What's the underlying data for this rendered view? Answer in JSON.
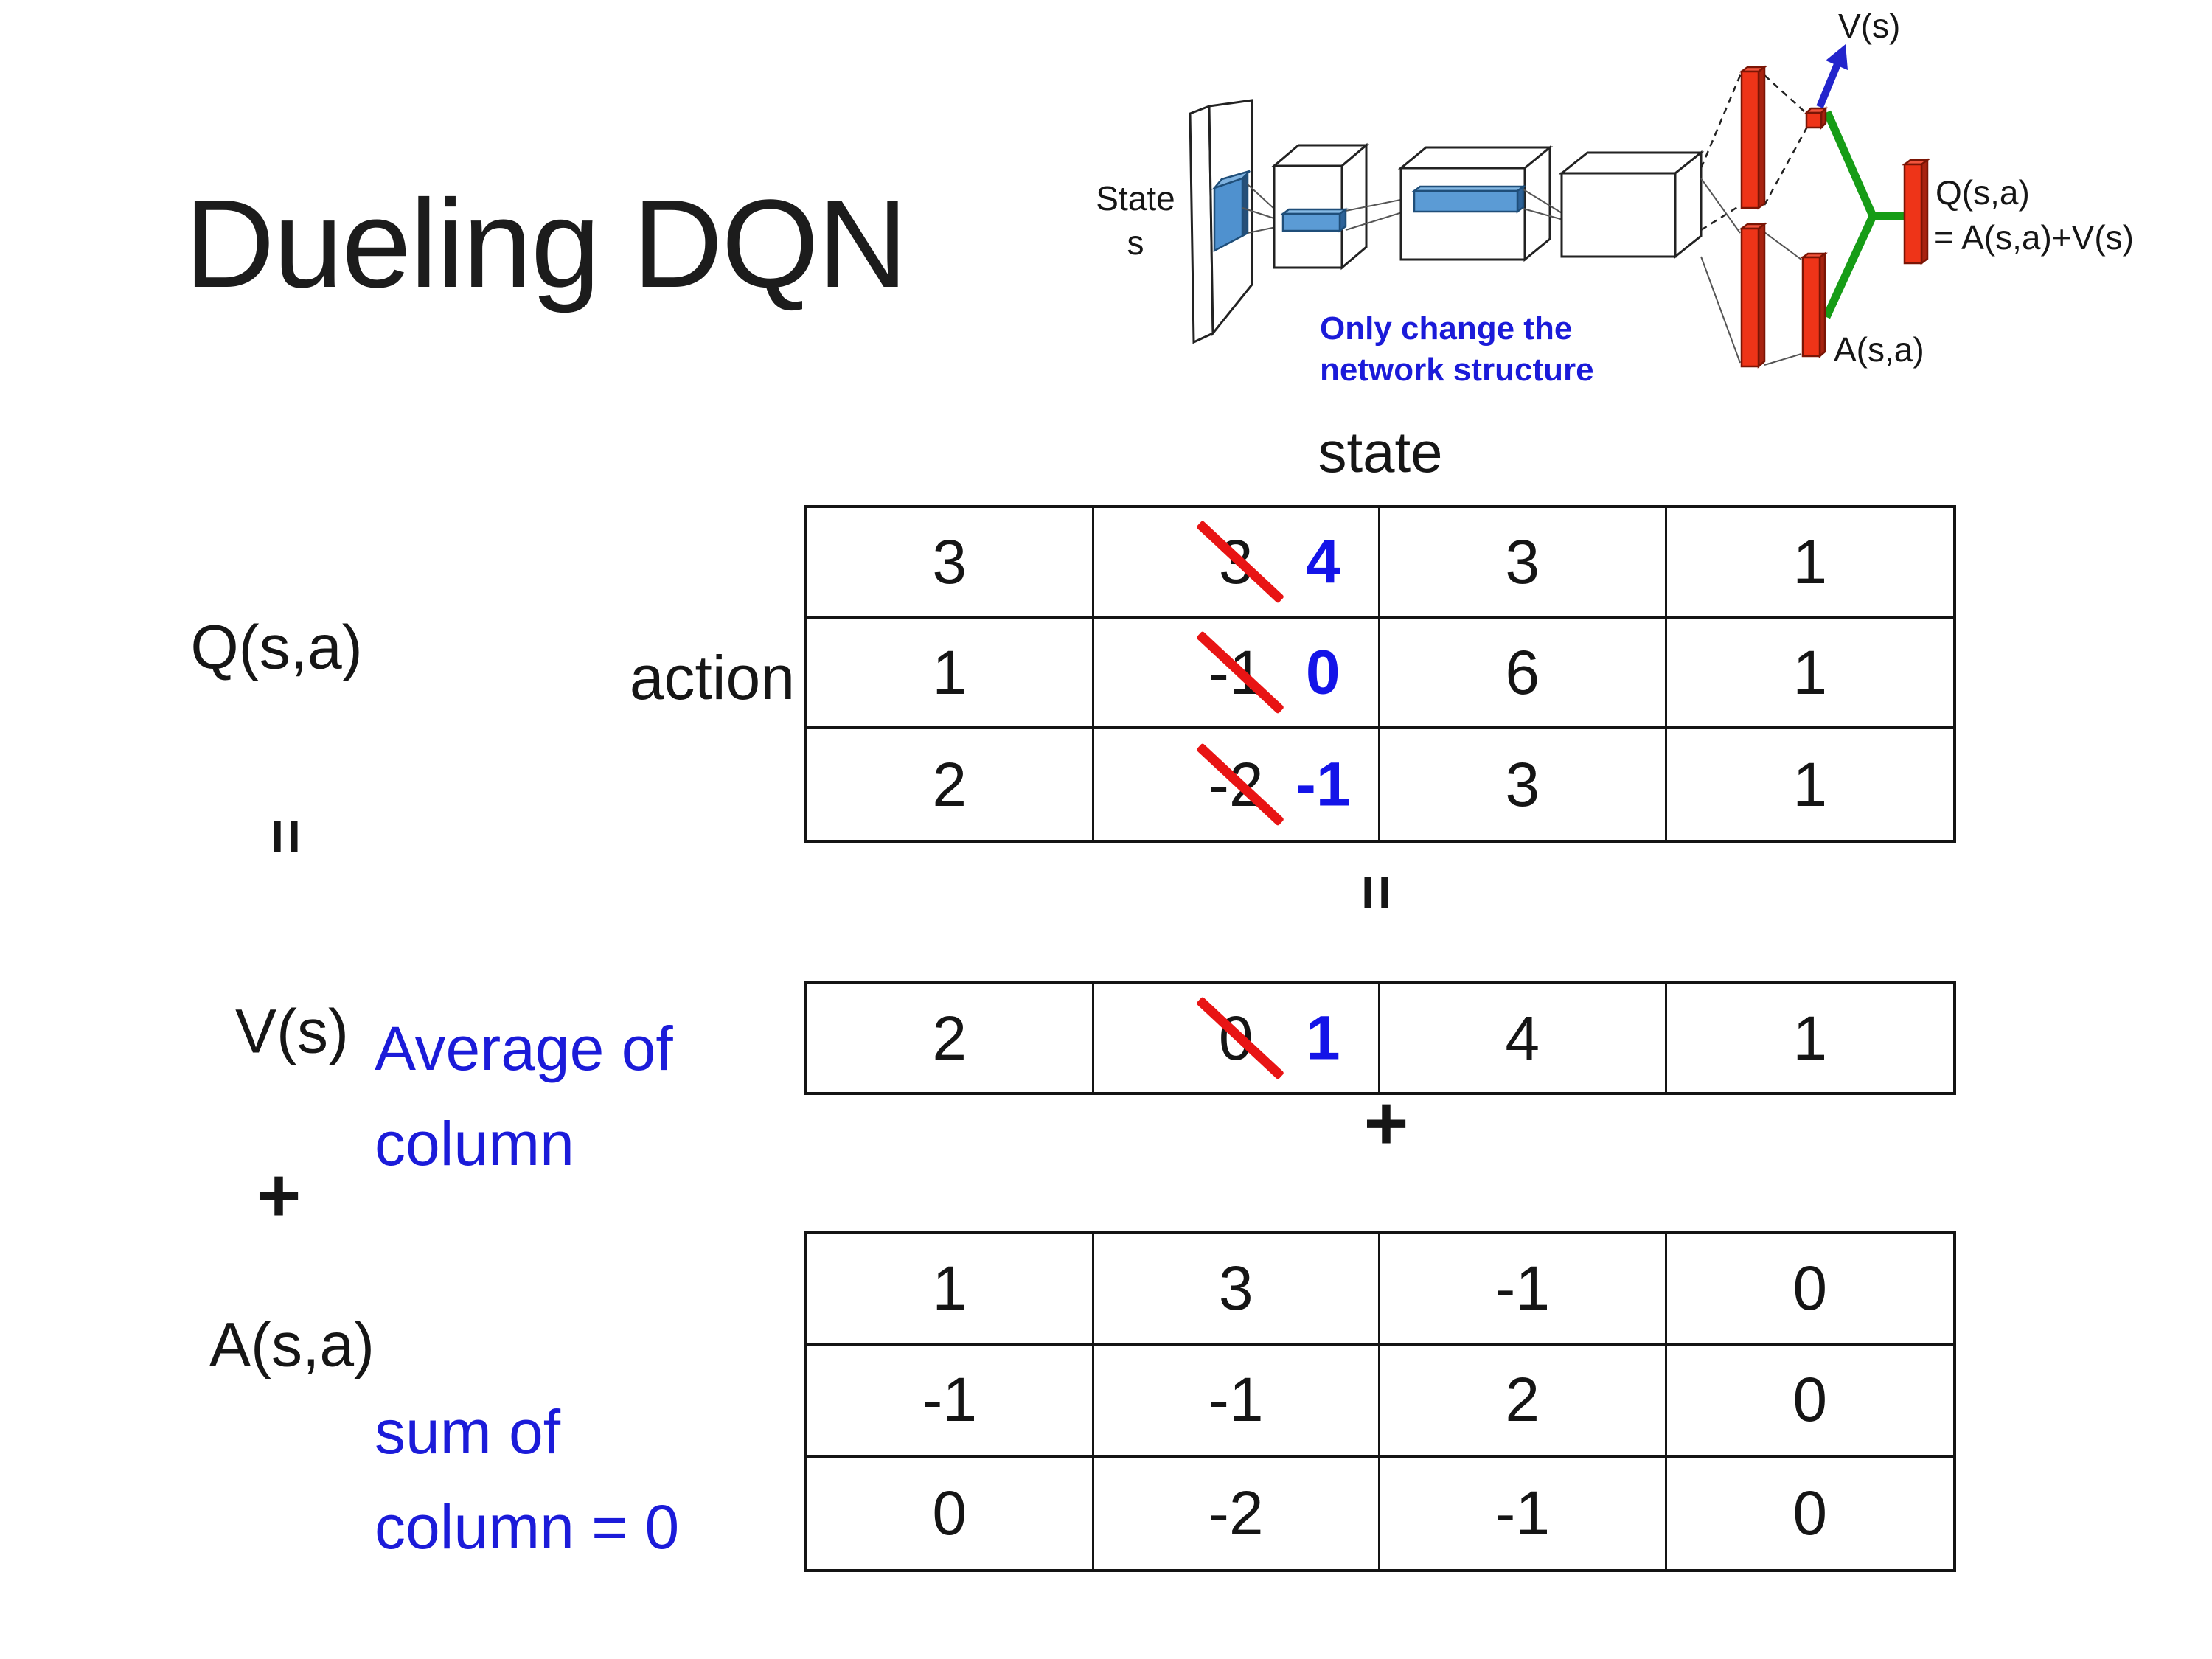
{
  "title": "Dueling DQN",
  "diagram": {
    "input_label_line1": "State",
    "input_label_line2": "s",
    "note_line1": "Only change the",
    "note_line2": "network structure",
    "v_output_label": "V(s)",
    "q_output_label": "Q(s,a)",
    "q_output_formula": "= A(s,a)+V(s)",
    "a_output_label": "A(s,a)"
  },
  "matrix_section": {
    "q_label": "Q(s,a)",
    "row_axis_label": "action",
    "col_axis_label": "state",
    "v_label": "V(s)",
    "a_label": "A(s,a)",
    "equals_symbol": "=",
    "plus_symbol": "+",
    "v_annotation_line1": "Average of",
    "v_annotation_line2": "column",
    "a_annotation_line1": "sum of",
    "a_annotation_line2": "column = 0"
  },
  "tables": {
    "q": {
      "rows": [
        [
          {
            "value": "3"
          },
          {
            "value": "3",
            "replaced_by": "4"
          },
          {
            "value": "3"
          },
          {
            "value": "1"
          }
        ],
        [
          {
            "value": "1"
          },
          {
            "value": "-1",
            "replaced_by": "0"
          },
          {
            "value": "6"
          },
          {
            "value": "1"
          }
        ],
        [
          {
            "value": "2"
          },
          {
            "value": "-2",
            "replaced_by": "-1"
          },
          {
            "value": "3"
          },
          {
            "value": "1"
          }
        ]
      ]
    },
    "v": {
      "rows": [
        [
          {
            "value": "2"
          },
          {
            "value": "0",
            "replaced_by": "1"
          },
          {
            "value": "4"
          },
          {
            "value": "1"
          }
        ]
      ]
    },
    "a": {
      "rows": [
        [
          {
            "value": "1"
          },
          {
            "value": "3"
          },
          {
            "value": "-1"
          },
          {
            "value": "0"
          }
        ],
        [
          {
            "value": "-1"
          },
          {
            "value": "-1"
          },
          {
            "value": "2"
          },
          {
            "value": "0"
          }
        ],
        [
          {
            "value": "0"
          },
          {
            "value": "-2"
          },
          {
            "value": "-1"
          },
          {
            "value": "0"
          }
        ]
      ]
    }
  },
  "colors": {
    "annotation_blue": "#1b1bd9",
    "replacement_blue": "#1414e8",
    "strike_red": "#e81414",
    "bar_red": "#ee3418",
    "filter_blue": "#5b9bd5",
    "connector_green": "#169c16",
    "arrow_blue": "#2325cc"
  }
}
